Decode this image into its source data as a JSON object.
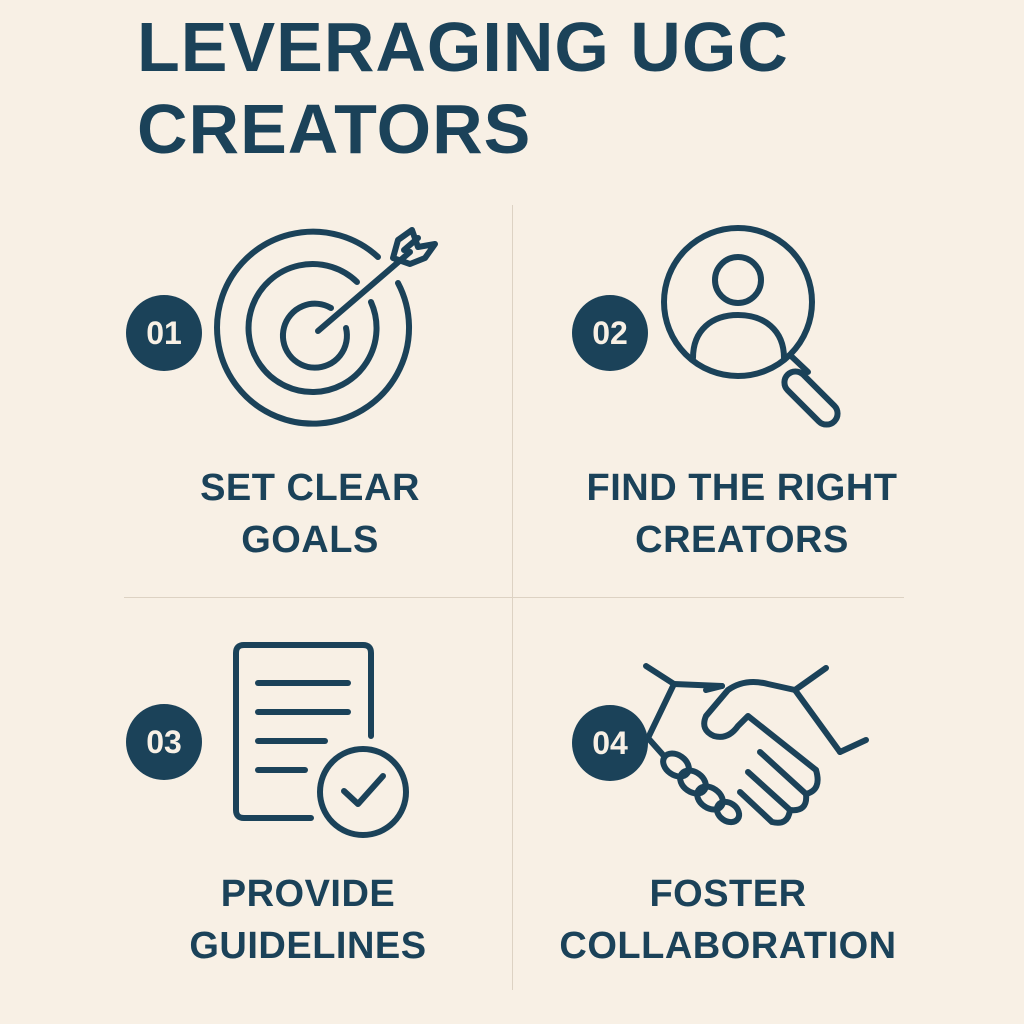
{
  "title": {
    "line1": "LEVERAGING UGC",
    "line2": "CREATORS"
  },
  "colors": {
    "background": "#f8f0e5",
    "primary": "#1b4259",
    "divider": "#ddd2c3"
  },
  "steps": [
    {
      "number": "01",
      "icon": "target-arrow-icon",
      "label_line1": "SET CLEAR",
      "label_line2": "GOALS"
    },
    {
      "number": "02",
      "icon": "magnifier-person-icon",
      "label_line1": "FIND THE RIGHT",
      "label_line2": "CREATORS"
    },
    {
      "number": "03",
      "icon": "document-check-icon",
      "label_line1": "PROVIDE",
      "label_line2": "GUIDELINES"
    },
    {
      "number": "04",
      "icon": "handshake-icon",
      "label_line1": "FOSTER",
      "label_line2": "COLLABORATION"
    }
  ]
}
